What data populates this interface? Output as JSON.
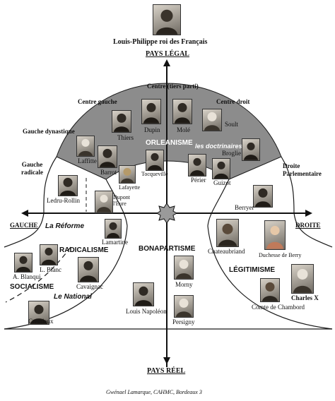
{
  "title": "Louis-Philippe roi des Français",
  "axes": {
    "top": "PAYS LÉGAL",
    "bottom": "PAYS RÉEL",
    "left": "GAUCHE",
    "right": "DROITE"
  },
  "factions": {
    "centre": "Centre (tiers parti)",
    "centre_gauche": "Centre gauche",
    "centre_droit": "Centre droit",
    "gauche_dynastique": "Gauche dynastique",
    "gauche_radicale": "Gauche\nradicale",
    "droite_parlementaire": "Droite\nParlementaire"
  },
  "movements": {
    "orleanisme": "ORLEANISME",
    "doctrinaires": "les doctrinaires",
    "reforme": "La Réforme",
    "radicalisme": "RADICALISME",
    "socialisme": "SOCIALISME",
    "national": "Le National",
    "bonapartisme": "BONAPARTISME",
    "legitimisme": "LÉGITIMISME"
  },
  "people": {
    "louis_philippe": "Louis-Philippe roi des Français",
    "thiers": "Thiers",
    "dupin": "Dupin",
    "mole": "Molé",
    "soult": "Soult",
    "laffitte": "Laffitte",
    "barrot": "Barrot",
    "lafayette": "Lafayette",
    "tocqueville": "Tocqueville",
    "perier": "Périer",
    "guizot": "Guizot",
    "broglie": "Broglie",
    "ledru_rollin": "Ledru-Rollin",
    "dupont": "Dupont\nl'Eure",
    "berryer": "Berryer",
    "lamartine": "Lamartine",
    "blanqui": "A. Blanqui",
    "blanc": "L. Blanc",
    "cavaignac": "Cavaignac",
    "cremieux": "Crémieux",
    "louis_napoleon": "Louis Napoléon",
    "morny": "Morny",
    "persigny": "Persigny",
    "chateaubriand": "Chateaubriand",
    "duchesse": "Duchesse de Berry",
    "charles_x": "Charles X",
    "chambord": "Comte de Chambord"
  },
  "credit": "Gwénael Lamarque, CAHMC, Bordeaux 3",
  "colors": {
    "dome": "#8c8c8c",
    "outline": "#1a1a1a",
    "portrait_light": "#d8d2c8",
    "portrait_dark": "#6f6a62"
  }
}
